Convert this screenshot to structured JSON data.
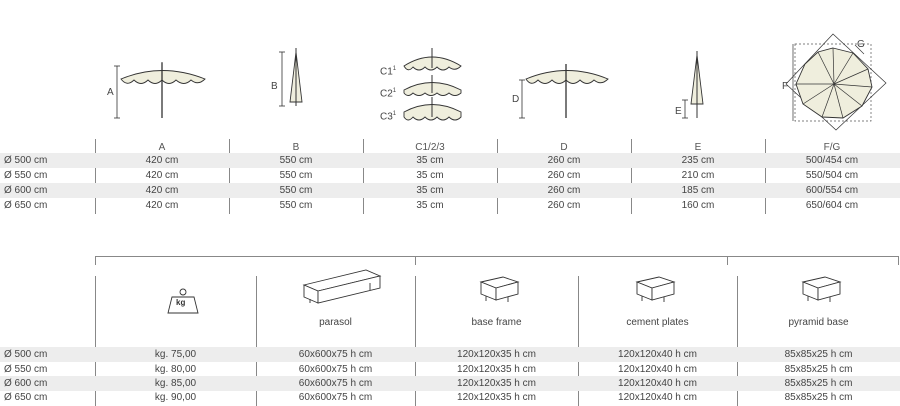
{
  "dims": {
    "headers": [
      "A",
      "B",
      "C1/2/3",
      "D",
      "E",
      "F/G"
    ],
    "rows": [
      {
        "label": "Ø 500 cm",
        "values": [
          "420 cm",
          "550 cm",
          "35 cm",
          "260 cm",
          "235 cm",
          "500/454 cm"
        ]
      },
      {
        "label": "Ø 550 cm",
        "values": [
          "420 cm",
          "550 cm",
          "35 cm",
          "260 cm",
          "210 cm",
          "550/504 cm"
        ]
      },
      {
        "label": "Ø 600 cm",
        "values": [
          "420 cm",
          "550 cm",
          "35 cm",
          "260 cm",
          "185 cm",
          "600/554 cm"
        ]
      },
      {
        "label": "Ø 650 cm",
        "values": [
          "420 cm",
          "550 cm",
          "35 cm",
          "260 cm",
          "160 cm",
          "650/604 cm"
        ]
      }
    ]
  },
  "diagram_labels": {
    "a": "A",
    "b": "B",
    "c1": "C1",
    "c2": "C2",
    "c3": "C3",
    "sup": "1",
    "d": "D",
    "e": "E",
    "f": "F",
    "g": "G"
  },
  "weight_icon_text": "kg",
  "packing": {
    "captions": [
      "parasol",
      "base frame",
      "cement plates",
      "pyramid base"
    ],
    "rows": [
      {
        "label": "Ø 500 cm",
        "values": [
          "kg. 75,00",
          "60x600x75 h cm",
          "120x120x35 h cm",
          "120x120x40 h cm",
          "85x85x25 h cm"
        ]
      },
      {
        "label": "Ø 550 cm",
        "values": [
          "kg. 80,00",
          "60x600x75 h cm",
          "120x120x35 h cm",
          "120x120x40 h cm",
          "85x85x25 h cm"
        ]
      },
      {
        "label": "Ø 600 cm",
        "values": [
          "kg. 85,00",
          "60x600x75 h cm",
          "120x120x35 h cm",
          "120x120x40 h cm",
          "85x85x25 h cm"
        ]
      },
      {
        "label": "Ø 650 cm",
        "values": [
          "kg. 90,00",
          "60x600x75 h cm",
          "120x120x35 h cm",
          "120x120x40 h cm",
          "85x85x25 h cm"
        ]
      }
    ]
  },
  "colors": {
    "canopy": "#efeedd",
    "stroke": "#333333",
    "shade": "#ededed"
  }
}
